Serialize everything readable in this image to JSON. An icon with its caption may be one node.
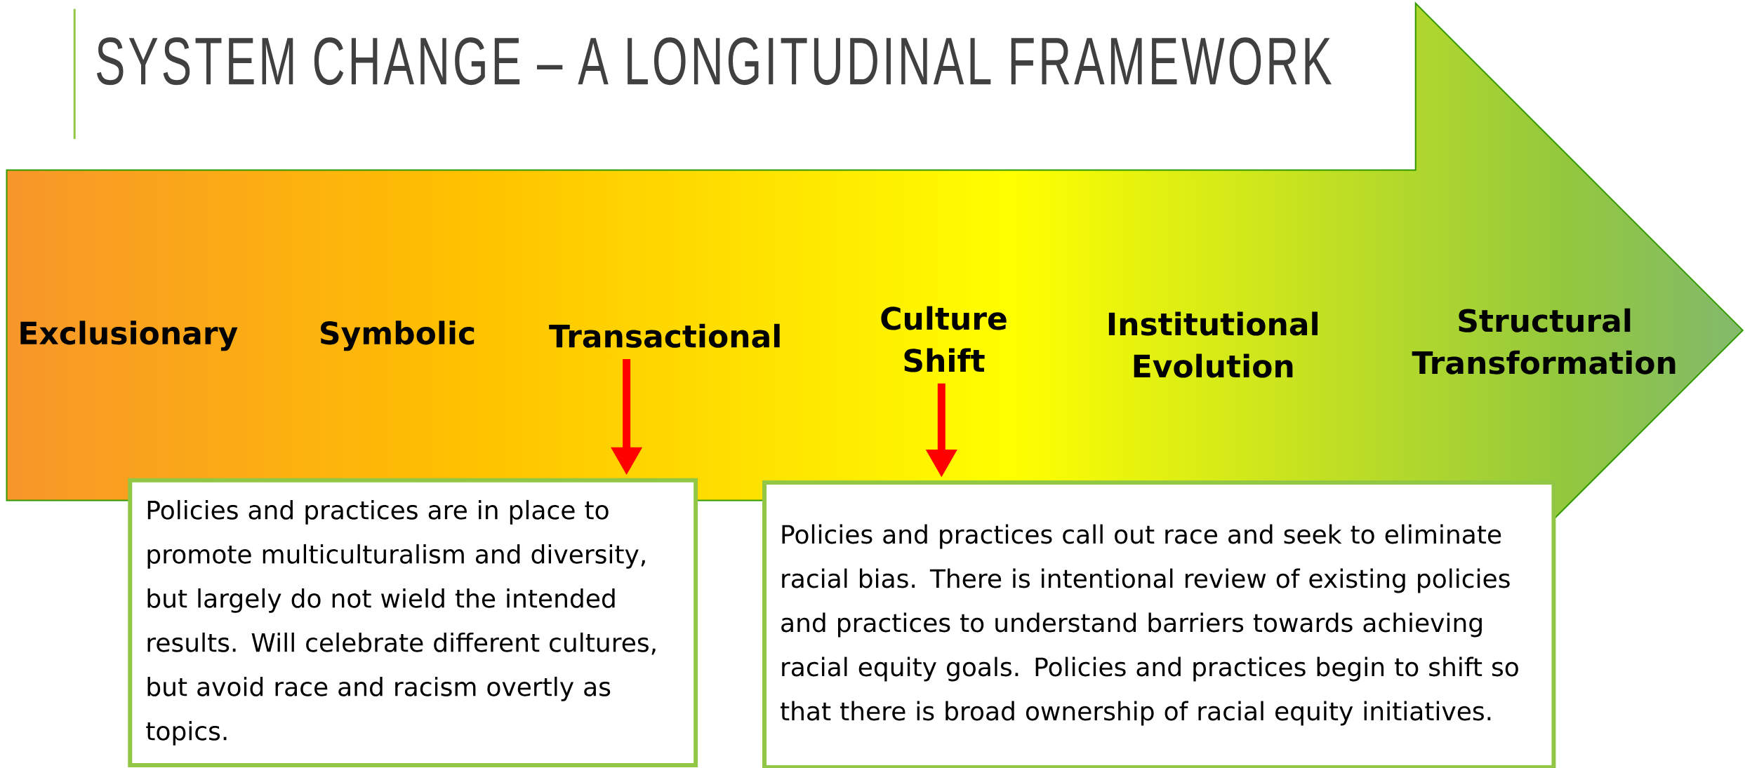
{
  "diagram": {
    "title": "SYSTEM CHANGE – A LONGITUDINAL FRAMEWORK",
    "nodes": [
      {
        "text": [
          "Exclusionary"
        ]
      },
      {
        "text": [
          "Symbolic"
        ]
      },
      {
        "text": [
          "Transactional"
        ]
      },
      {
        "text": [
          "Culture Shift"
        ]
      },
      {
        "text": [
          "Institutional Evolution"
        ]
      },
      {
        "text": [
          "Structural Transformation"
        ]
      },
      {
        "text": [
          "Policies and practices are in place to promote multiculturalism and diversity, but largely do not wield the intended results. Will celebrate different cultures, but avoid race and racism overtly as topics."
        ]
      },
      {
        "text": [
          "Policies and practices call out race and seek to eliminate racial bias. There is intentional review of existing policies and practices to understand barriers towards achieving racial equity goals. Policies and practices begin to shift so that there is broad ownership of racial equity initiatives."
        ]
      }
    ],
    "edges": [
      {
        "from": 2,
        "to": 6,
        "arrow": "to",
        "color": "#ff0000"
      },
      {
        "from": 3,
        "to": 7,
        "arrow": "to",
        "color": "#ff0000"
      }
    ]
  }
}
